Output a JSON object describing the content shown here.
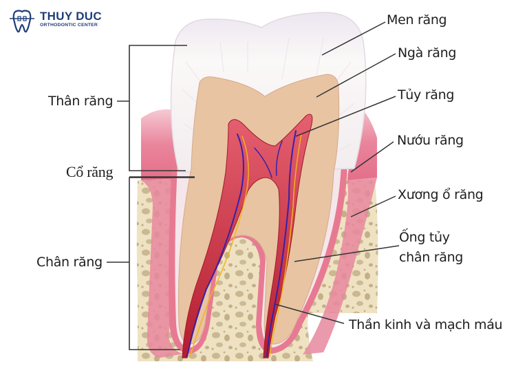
{
  "brand": {
    "name": "THUY DUC",
    "subtitle": "ORTHODONTIC CENTER",
    "color": "#1f3c78",
    "icon": "tooth-braces-icon"
  },
  "diagram": {
    "subject": "tooth cross-section anatomy",
    "colors": {
      "enamel": "#f3eef2",
      "dentin": "#e8c4a2",
      "pulp": "#c8283a",
      "gum": "#e9859c",
      "bone": "#eee0bf",
      "bone_pores": "#c7b690",
      "nerve_blue": "#3a1fa8",
      "nerve_yellow": "#f2b21c",
      "leader_line": "#333333"
    },
    "left_labels": {
      "crown": "Thân răng",
      "neck": "Cổ răng",
      "root": "Chân răng"
    },
    "right_labels": {
      "enamel": "Men răng",
      "dentin": "Ngà răng",
      "pulp": "Tủy răng",
      "gum": "Nướu răng",
      "alveolar_bone": "Xương ổ răng",
      "root_canal_line1": "Ống tủy",
      "root_canal_line2": "chân răng",
      "nerves_vessels": "Thần kinh và mạch máu"
    }
  }
}
